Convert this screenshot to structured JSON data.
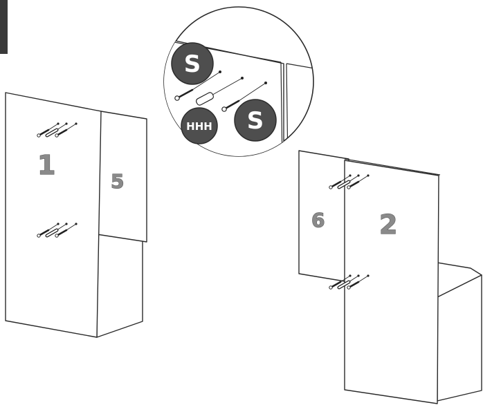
{
  "panels": {
    "left_side": "1",
    "left_shelf": "5",
    "right_side": "2",
    "right_shelf": "6"
  },
  "parts": {
    "screw": "S",
    "dowel": "HHH"
  },
  "colors": {
    "line": "#2a2a2a",
    "badge": "#4e4e4e",
    "number_fill": "#8a8a8a",
    "corner_tab": "#3a3a3a"
  }
}
